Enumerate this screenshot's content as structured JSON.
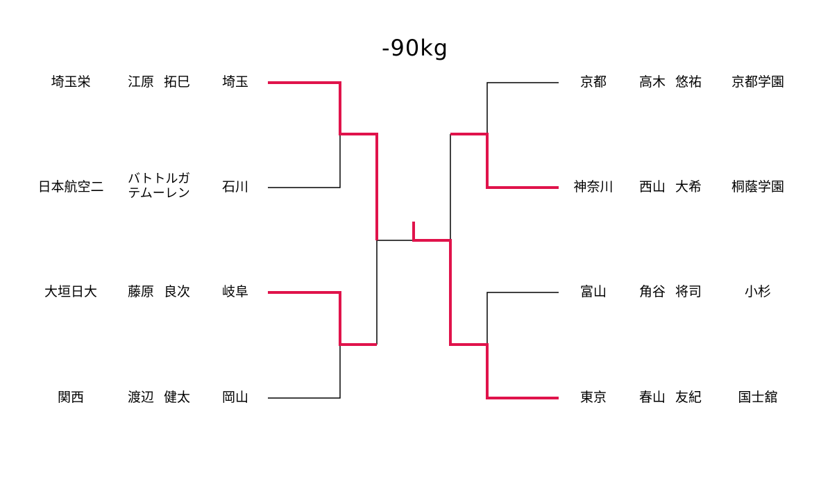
{
  "title": "-90kg",
  "colors": {
    "winner_line": "#e0134b",
    "normal_line": "#000000"
  },
  "left": [
    {
      "school": "埼玉栄",
      "family": "江原",
      "given": "拓巳",
      "prefecture": "埼玉"
    },
    {
      "school": "日本航空二",
      "name_line1": "バトトルガ",
      "name_line2": "テムーレン",
      "prefecture": "石川"
    },
    {
      "school": "大垣日大",
      "family": "藤原",
      "given": "良次",
      "prefecture": "岐阜"
    },
    {
      "school": "関西",
      "family": "渡辺",
      "given": "健太",
      "prefecture": "岡山"
    }
  ],
  "right": [
    {
      "prefecture": "京都",
      "family": "高木",
      "given": "悠祐",
      "school": "京都学園"
    },
    {
      "prefecture": "神奈川",
      "family": "西山",
      "given": "大希",
      "school": "桐蔭学園"
    },
    {
      "prefecture": "富山",
      "family": "角谷",
      "given": "将司",
      "school": "小杉"
    },
    {
      "prefecture": "東京",
      "family": "春山",
      "given": "友紀",
      "school": "国士舘"
    }
  ]
}
